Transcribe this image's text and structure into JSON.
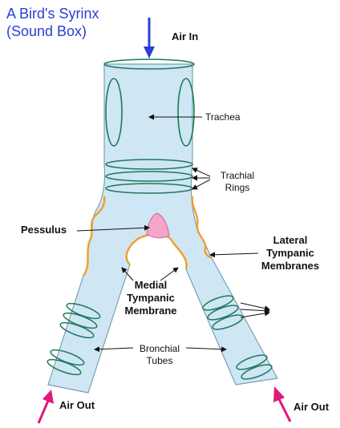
{
  "title": {
    "line1": "A Bird's Syrinx",
    "line2": "(Sound Box)"
  },
  "labels": {
    "air_in": "Air In",
    "trachea": "Trachea",
    "trachial_rings_1": "Trachial",
    "trachial_rings_2": "Rings",
    "pessulus": "Pessulus",
    "lateral_1": "Lateral",
    "lateral_2": "Tympanic",
    "lateral_3": "Membranes",
    "medial_1": "Medial",
    "medial_2": "Tympanic",
    "medial_3": "Membrane",
    "bronchial_1": "Bronchial",
    "bronchial_2": "Tubes",
    "air_out_left": "Air Out",
    "air_out_right": "Air Out"
  },
  "colors": {
    "title": "#2a3fd4",
    "tube_fill": "#cfe6f4",
    "tube_stroke": "#7a9fb5",
    "ring_stroke": "#1d7a5a",
    "membrane": "#f0a030",
    "pessulus": "#f4a6c8",
    "air_in_arrow": "#2b3fd6",
    "air_out_arrow": "#e0187a",
    "pointer": "#111111"
  }
}
